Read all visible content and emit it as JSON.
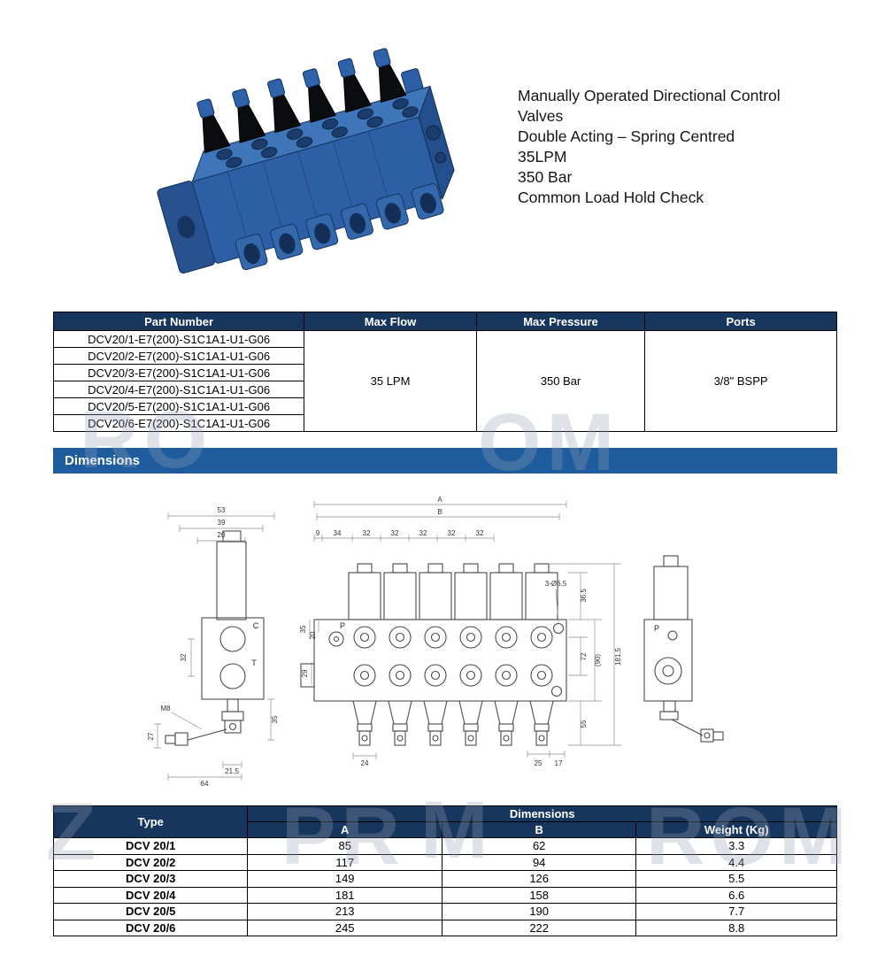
{
  "product": {
    "description_lines": [
      "Manually Operated Directional Control Valves",
      "Double Acting – Spring Centred",
      "35LPM",
      "350 Bar",
      "Common Load Hold Check"
    ]
  },
  "spec_table": {
    "headers": {
      "part_number": "Part Number",
      "max_flow": "Max Flow",
      "max_pressure": "Max Pressure",
      "ports": "Ports"
    },
    "part_numbers": [
      "DCV20/1-E7(200)-S1C1A1-U1-G06",
      "DCV20/2-E7(200)-S1C1A1-U1-G06",
      "DCV20/3-E7(200)-S1C1A1-U1-G06",
      "DCV20/4-E7(200)-S1C1A1-U1-G06",
      "DCV20/5-E7(200)-S1C1A1-U1-G06",
      "DCV20/6-E7(200)-S1C1A1-U1-G06"
    ],
    "max_flow": "35 LPM",
    "max_pressure": "350 Bar",
    "ports": "3/8\" BSPP"
  },
  "sections": {
    "dimensions_title": "Dimensions"
  },
  "drawing": {
    "left_view": {
      "d53": "53",
      "d39": "39",
      "d20": "20",
      "d32": "32",
      "m8": "M8",
      "d27": "27",
      "d21_5": "21.5",
      "d64": "64",
      "d35": "35",
      "port_c": "C",
      "port_t": "T"
    },
    "front_view": {
      "dim_a": "A",
      "dim_b": "B",
      "seg_dims": [
        "9",
        "34",
        "32",
        "32",
        "32",
        "32",
        "32"
      ],
      "port_p": "P",
      "d35": "35",
      "d20": "20",
      "d29": "29",
      "hole_note": "3-Ø6.5",
      "d36_5": "36.5",
      "d72": "72",
      "d90": "(90)",
      "d181_5": "181.5",
      "d55": "55",
      "d24": "24",
      "d25": "25",
      "d17": "17"
    },
    "side_view": {
      "port_p": "P"
    }
  },
  "dims_table": {
    "headers": {
      "type": "Type",
      "dimensions": "Dimensions",
      "a": "A",
      "b": "B",
      "weight": "Weight (Kg)"
    },
    "rows": [
      {
        "type": "DCV 20/1",
        "a": "85",
        "b": "62",
        "weight": "3.3"
      },
      {
        "type": "DCV 20/2",
        "a": "117",
        "b": "94",
        "weight": "4.4"
      },
      {
        "type": "DCV 20/3",
        "a": "149",
        "b": "126",
        "weight": "5.5"
      },
      {
        "type": "DCV 20/4",
        "a": "181",
        "b": "158",
        "weight": "6.6"
      },
      {
        "type": "DCV 20/5",
        "a": "213",
        "b": "190",
        "weight": "7.7"
      },
      {
        "type": "DCV 20/6",
        "a": "245",
        "b": "222",
        "weight": "8.8"
      }
    ]
  },
  "watermarks": [
    "RO",
    "OM",
    "Z",
    "PR",
    "M",
    "ROM"
  ],
  "colors": {
    "table_header_bg": "#17365d",
    "section_bar_bg": "#1e5c9e",
    "product_blue": "#2c5fa6"
  }
}
